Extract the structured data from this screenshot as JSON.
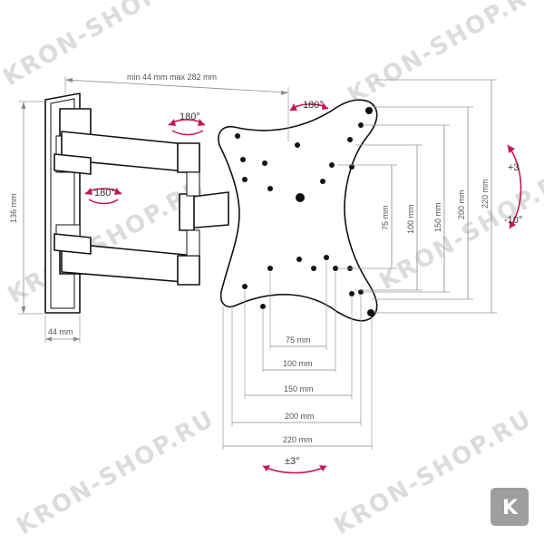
{
  "watermarks": {
    "text": "KRON-SHOP.RU"
  },
  "badge": {
    "letter": "K"
  },
  "colors": {
    "accent": "#c2185b",
    "line": "#111111",
    "dimension": "#8a8a8a",
    "watermark": "#dcdcdc",
    "badge_bg": "#9e9e9e"
  },
  "dimensions": {
    "arm_extension": "min 44 mm max 282 mm",
    "wall_plate_height": "136 mm",
    "wall_plate_width": "44 mm",
    "v_75": "75 mm",
    "v_100": "100 mm",
    "v_150": "150 mm",
    "v_200": "200 mm",
    "v_220": "220 mm",
    "h_75": "75 mm",
    "h_100": "100 mm",
    "h_150": "150 mm",
    "h_200": "200 mm",
    "h_220": "220 mm"
  },
  "rotations": {
    "top_left": "180°",
    "top_right": "180°",
    "arm": "180°",
    "tilt_up": "+3",
    "tilt_down": "-10°",
    "swivel": "±3°"
  }
}
